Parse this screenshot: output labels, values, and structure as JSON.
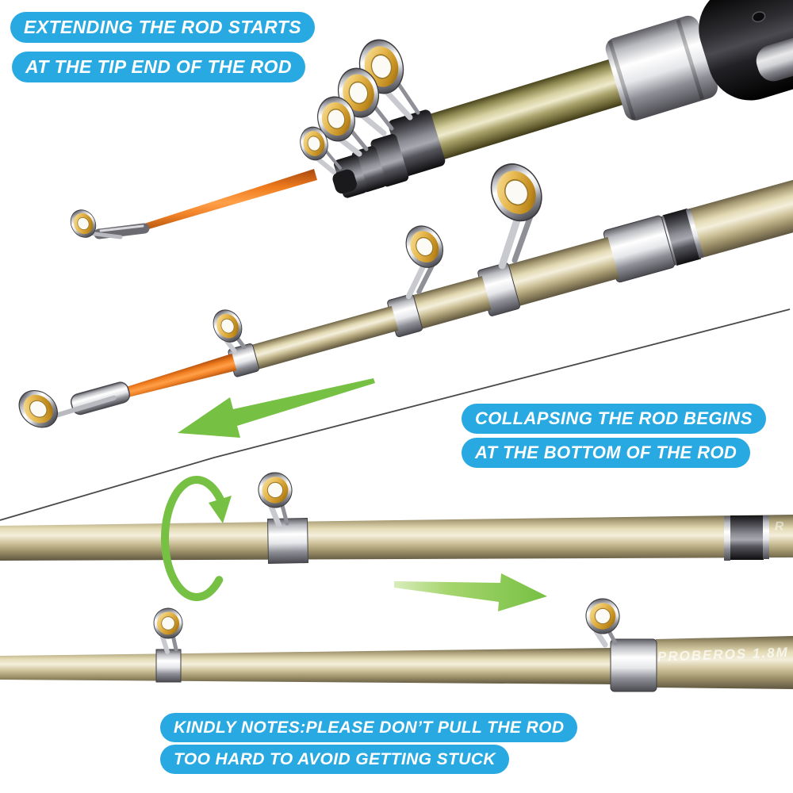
{
  "image_title": "Telescopic fishing rod extend and collapse instructions",
  "callouts": {
    "extend": {
      "line1": "EXTENDING THE ROD STARTS",
      "line2": "AT THE TIP END OF THE ROD"
    },
    "collapse": {
      "line1": "COLLAPSING THE ROD BEGINS",
      "line2": "AT THE BOTTOM OF THE ROD"
    },
    "notes": {
      "line1": "KINDLY NOTES:PLEASE DON’T PULL THE ROD",
      "line2": "TOO HARD TO AVOID GETTING STUCK"
    }
  },
  "rod_markings": {
    "brand": "PROBEROS  1.8M",
    "partial": "R"
  },
  "colors": {
    "label_blue": "#29A9E1",
    "arrow_green": "#76C043",
    "tip_orange": "#F5831F",
    "ring_gold": "#D9A62E"
  }
}
